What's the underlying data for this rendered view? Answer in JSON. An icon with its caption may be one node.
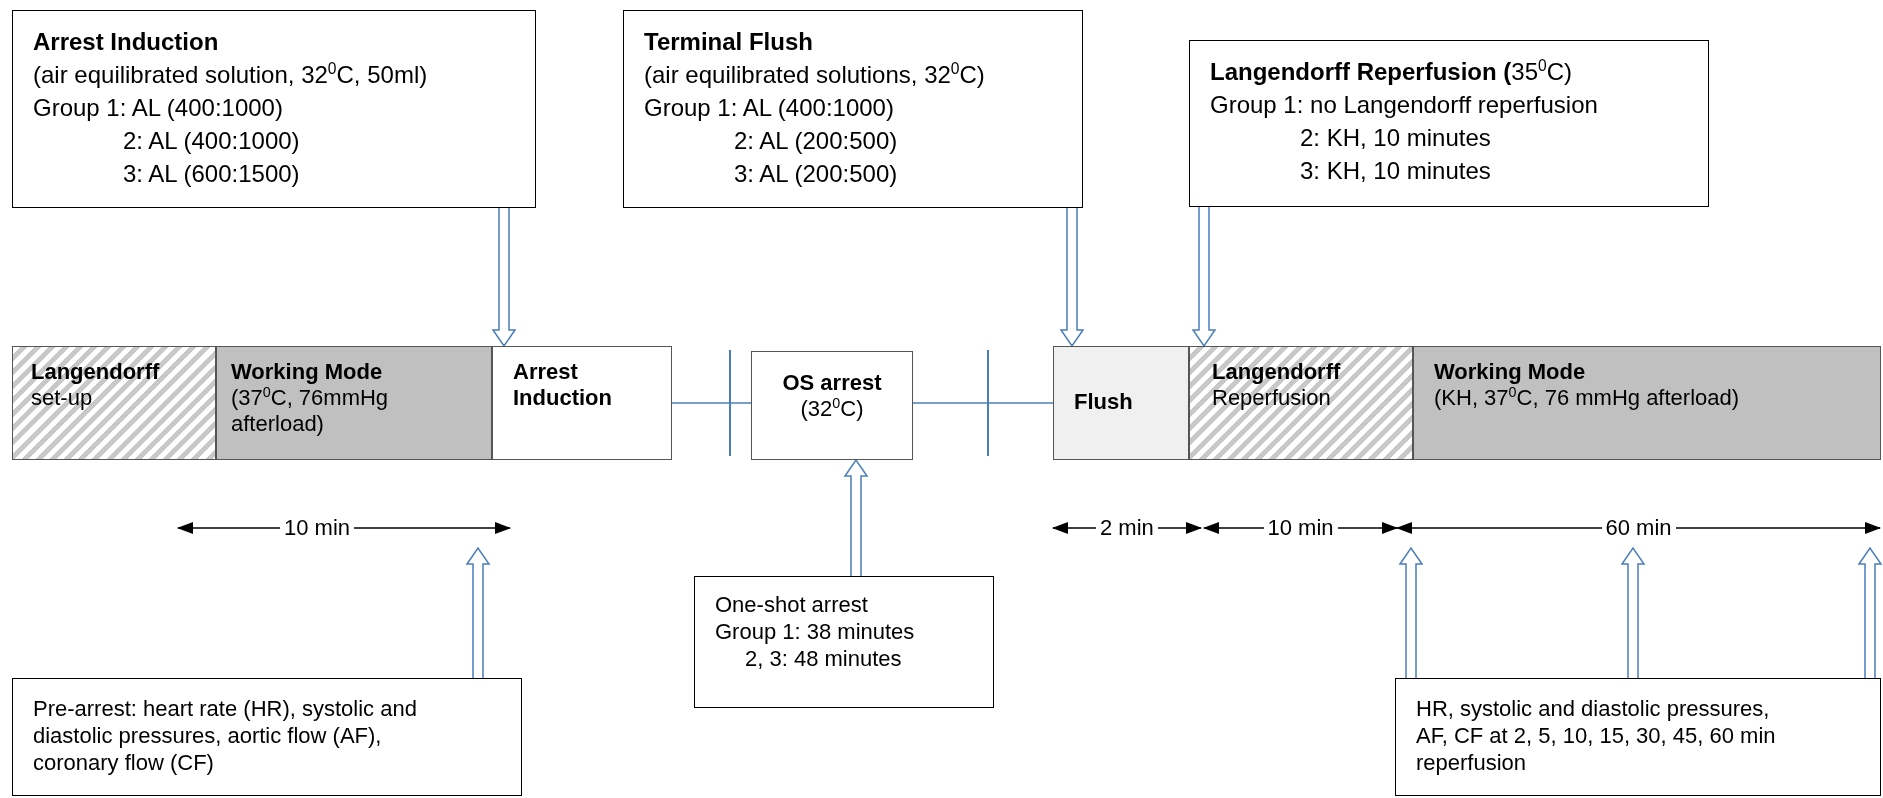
{
  "diagram": {
    "nodes": [
      {
        "text": [
          "Arrest Induction",
          "(air equilibrated solution, 32$^{0}$C, 50ml)",
          "Group 1: AL (400:1000)",
          "2: AL (400:1000)",
          "3: AL (600:1500)"
        ]
      },
      {
        "text": [
          "Terminal Flush",
          "(air equilibrated solutions, 32$^{0}$C)",
          "Group 1: AL (400:1000)",
          "2: AL (200:500)",
          "3: AL (200:500)"
        ]
      },
      {
        "text": [
          "**Langendorff Reperfusion (**35$^{0}$C)",
          "Group 1: no Langendorff reperfusion",
          "2: KH, 10 minutes",
          "3: KH, 10 minutes"
        ]
      },
      {
        "text": [
          "Langendorff",
          "set-up"
        ]
      },
      {
        "text": [
          "Working Mode",
          "(37$^{0}$C, 76mmHg afterload)"
        ]
      },
      {
        "text": [
          "Arrest Induction"
        ]
      },
      {
        "text": [
          "OS arrest",
          "(32$^{0}$C)"
        ]
      },
      {
        "text": [
          "Flush"
        ]
      },
      {
        "text": [
          "Langendorff",
          "Reperfusion"
        ]
      },
      {
        "text": [
          "Working Mode",
          "(KH, 37$^{0}$C, 76 mmHg afterload)"
        ]
      },
      {
        "text": [
          "Pre-arrest: heart rate (HR), systolic and diastolic pressures, aortic flow (AF), coronary flow (CF)"
        ]
      },
      {
        "text": [
          "One-shot arrest",
          "Group 1: 38 minutes",
          "2, 3: 48 minutes"
        ]
      },
      {
        "text": [
          "HR, systolic and diastolic pressures, AF, CF at 2, 5, 10, 15, 30, 45, 60 min reperfusion"
        ]
      }
    ],
    "edges": [
      {
        "from": 0,
        "to": 5,
        "arrow": "to"
      },
      {
        "from": 1,
        "to": 7,
        "arrow": "to"
      },
      {
        "from": 2,
        "to": 8,
        "arrow": "to"
      },
      {
        "from": 11,
        "to": 6,
        "arrow": "to"
      },
      {
        "from": 10,
        "to": null,
        "arrow": "to"
      },
      {
        "from": 12,
        "to": null,
        "arrow": "to"
      },
      {
        "from": 12,
        "to": null,
        "arrow": "to"
      },
      {
        "from": 12,
        "to": null,
        "arrow": "to"
      },
      {
        "from": 5,
        "to": 6,
        "arrow": "none"
      },
      {
        "from": 6,
        "to": 7,
        "arrow": "none"
      }
    ],
    "labels": [
      "10 min",
      "2 min",
      "10 min",
      "60 min"
    ]
  }
}
